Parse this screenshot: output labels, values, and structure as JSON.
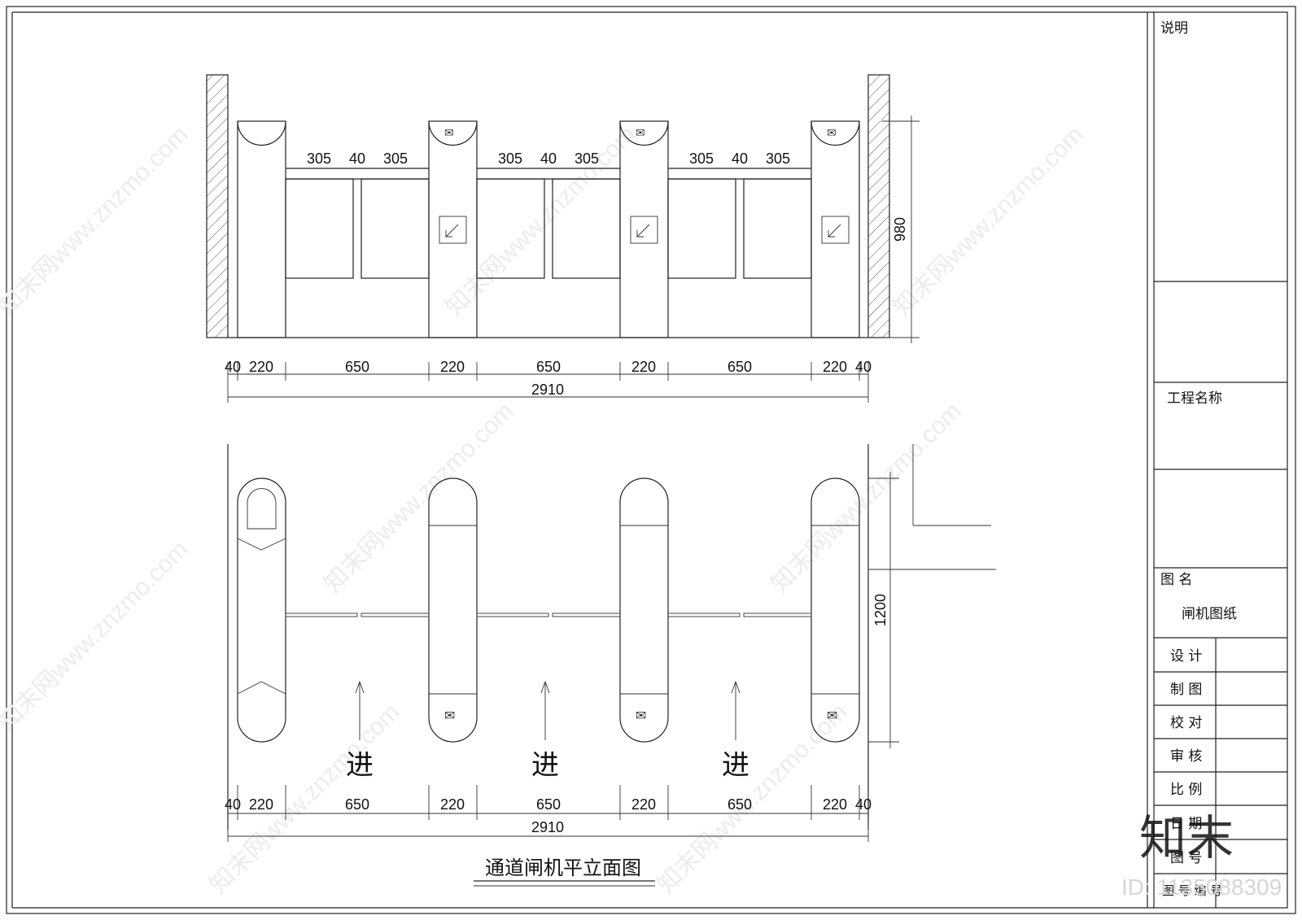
{
  "elevation": {
    "top_dims": [
      "305",
      "40",
      "305"
    ],
    "height_dim": "980",
    "bottom_dims": [
      "40",
      "220",
      "650",
      "220",
      "650",
      "220",
      "650",
      "220",
      "40"
    ],
    "total": "2910"
  },
  "plan": {
    "depth_dim": "1200",
    "enter_label": "进",
    "bottom_dims": [
      "40",
      "220",
      "650",
      "220",
      "650",
      "220",
      "650",
      "220",
      "40"
    ],
    "total": "2910"
  },
  "drawing_title": "通道闸机平立面图",
  "title_block": {
    "notes_label": "说明",
    "project_name_label": "工程名称",
    "drawing_name_label": "图  名",
    "drawing_name_value": "闸机图纸",
    "rows": [
      "设  计",
      "制  图",
      "校  对",
      "审  核",
      "比  例",
      "日  期",
      "图  号"
    ],
    "last_row": "图 号 编 号"
  },
  "watermark": {
    "brand": "知末",
    "url": "知末网www.znzmo.com",
    "id": "ID: 1135088309"
  }
}
